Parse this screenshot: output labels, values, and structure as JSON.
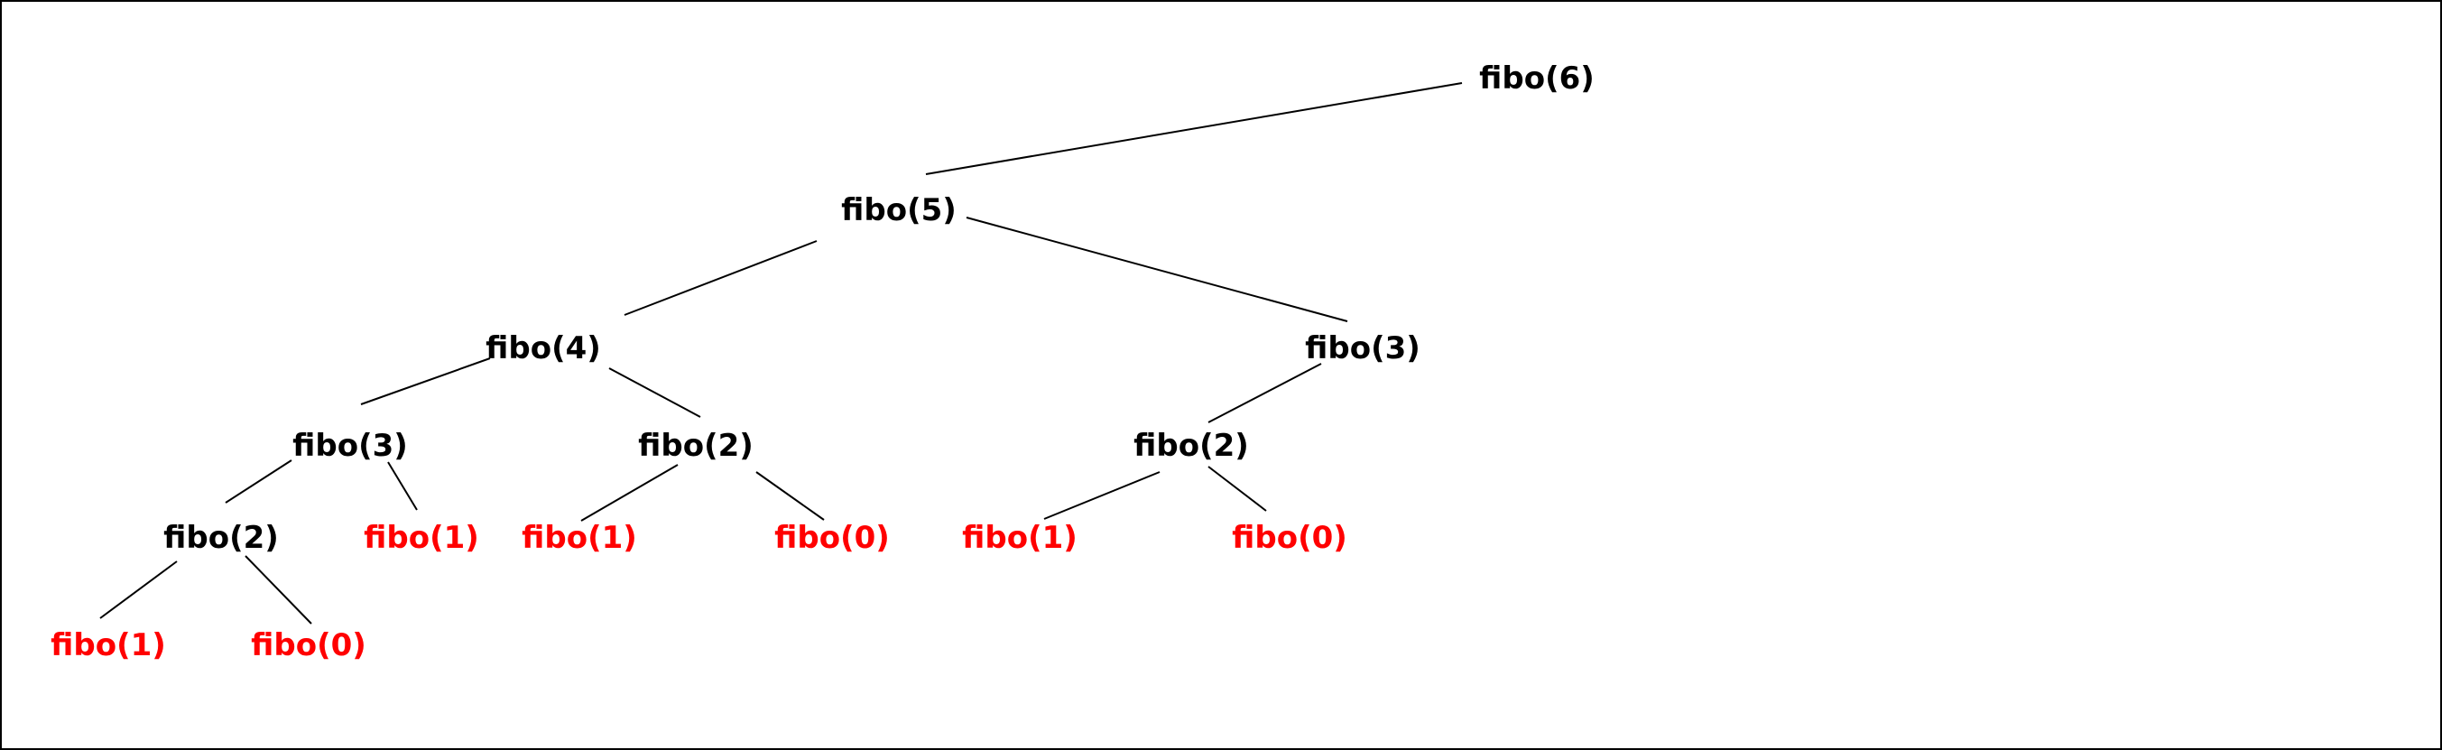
{
  "colors": {
    "internal": "#000000",
    "leaf": "#ff0000",
    "edge": "#000000",
    "border": "#000000",
    "background": "#ffffff"
  },
  "nodes": [
    {
      "id": "n0",
      "label": "fibo(6)",
      "kind": "internal"
    },
    {
      "id": "n1",
      "label": "fibo(5)",
      "kind": "internal"
    },
    {
      "id": "n2",
      "label": "fibo(4)",
      "kind": "internal"
    },
    {
      "id": "n3",
      "label": "fibo(3)",
      "kind": "internal"
    },
    {
      "id": "n4",
      "label": "fibo(3)",
      "kind": "internal"
    },
    {
      "id": "n5",
      "label": "fibo(2)",
      "kind": "internal"
    },
    {
      "id": "n6",
      "label": "fibo(2)",
      "kind": "internal"
    },
    {
      "id": "n7",
      "label": "fibo(1)",
      "kind": "leaf"
    },
    {
      "id": "n8",
      "label": "fibo(1)",
      "kind": "leaf"
    },
    {
      "id": "n9",
      "label": "fibo(0)",
      "kind": "leaf"
    },
    {
      "id": "n10",
      "label": "fibo(2)",
      "kind": "internal"
    },
    {
      "id": "n11",
      "label": "fibo(1)",
      "kind": "leaf"
    },
    {
      "id": "n12",
      "label": "fibo(0)",
      "kind": "leaf"
    },
    {
      "id": "n13",
      "label": "fibo(1)",
      "kind": "leaf"
    },
    {
      "id": "n14",
      "label": "fibo(0)",
      "kind": "leaf"
    }
  ],
  "edges": [
    {
      "from": "n0",
      "to": "n1"
    },
    {
      "from": "n1",
      "to": "n2"
    },
    {
      "from": "n1",
      "to": "n3"
    },
    {
      "from": "n2",
      "to": "n4"
    },
    {
      "from": "n2",
      "to": "n5"
    },
    {
      "from": "n3",
      "to": "n6"
    },
    {
      "from": "n4",
      "to": "n10"
    },
    {
      "from": "n4",
      "to": "n7"
    },
    {
      "from": "n5",
      "to": "n8"
    },
    {
      "from": "n5",
      "to": "n9"
    },
    {
      "from": "n6",
      "to": "n11"
    },
    {
      "from": "n6",
      "to": "n12"
    },
    {
      "from": "n10",
      "to": "n13"
    },
    {
      "from": "n10",
      "to": "n14"
    }
  ]
}
